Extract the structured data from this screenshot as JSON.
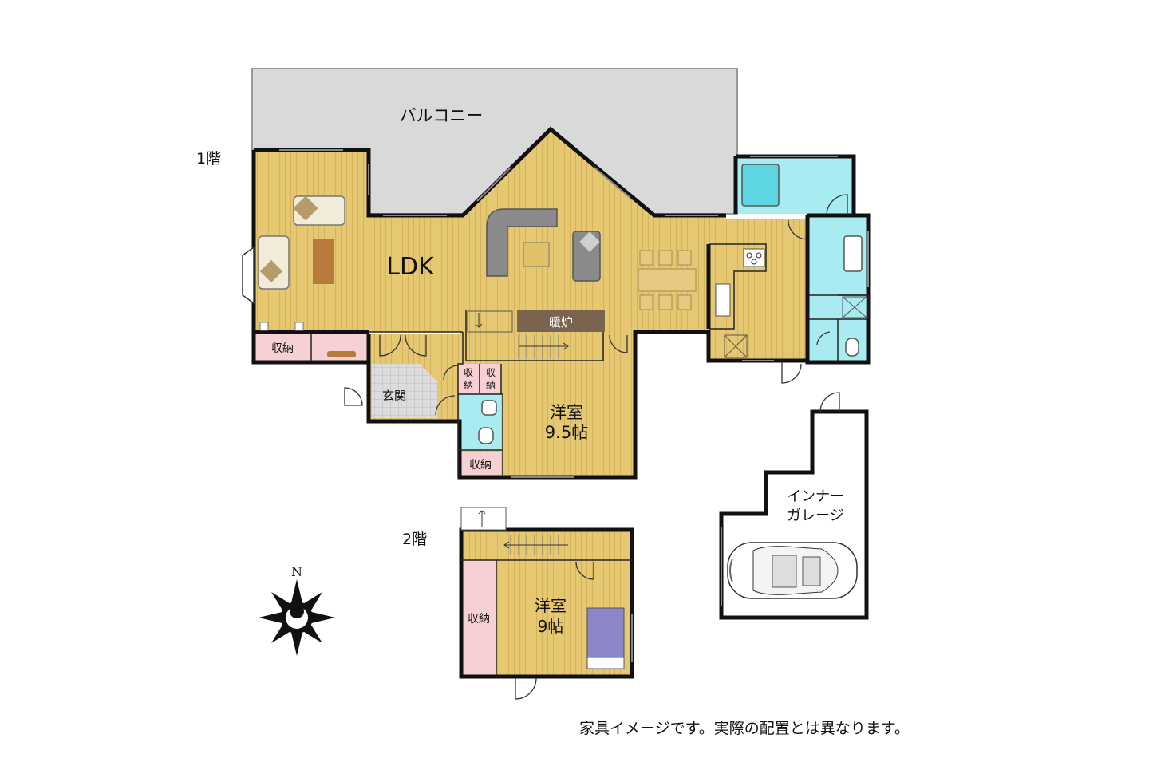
{
  "floors": {
    "first_label": "1階",
    "second_label": "2階"
  },
  "rooms": {
    "balcony": "バルコニー",
    "ldk": "LDK",
    "fireplace": "暖炉",
    "entrance": "玄関",
    "storage": "収納",
    "storage_split_top": "収",
    "storage_split_bottom": "納",
    "western_room_1": "洋室",
    "western_room_1_size": "9.5帖",
    "western_room_2": "洋室",
    "western_room_2_size": "9帖",
    "garage_line1": "インナー",
    "garage_line2": "ガレージ"
  },
  "compass": {
    "north": "N"
  },
  "note": "家具イメージです。実際の配置とは異なります。",
  "colors": {
    "floor": "#e6c873",
    "balcony": "#d9d9d9",
    "storage": "#f6d0d3",
    "wet_area": "#a8ecf2",
    "entrance_tile": "#d4d4d4",
    "bed": "#8a86c8",
    "wall": "#111111"
  }
}
